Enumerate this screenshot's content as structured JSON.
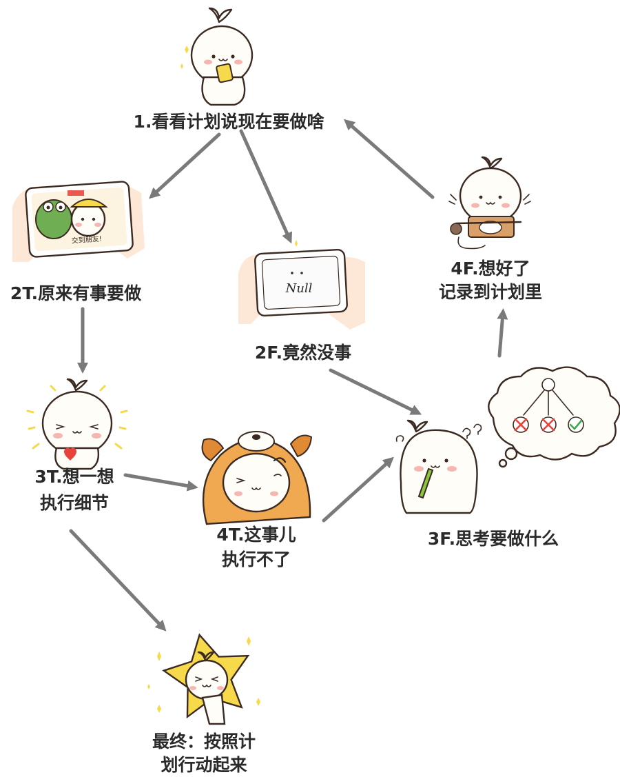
{
  "nodes": {
    "n1": {
      "line1": "1.看看计划说现在要做啥"
    },
    "n2t": {
      "line1": "2T.原来有事要做"
    },
    "n2f": {
      "line1": "2F.竟然没事",
      "card_text": "Null"
    },
    "n3t": {
      "line1": "3T.想一想",
      "line2": "执行细节"
    },
    "n4t": {
      "line1": "4T.这事儿",
      "line2": "执行不了"
    },
    "n3f": {
      "line1": "3F.思考要做什么"
    },
    "n4f": {
      "line1": "4F.想好了",
      "line2": "记录到计划里"
    },
    "final": {
      "line1": "最终：按照计",
      "line2": "划行动起来"
    }
  },
  "phone_card": {
    "text": "交到朋友!"
  },
  "colors": {
    "arrow": "#7a7a7a",
    "text": "#2a2a2a",
    "blush": "#f6b6b0",
    "sprout": "#8cc63f",
    "star": "#f7d94c",
    "dog": "#f0a950"
  }
}
